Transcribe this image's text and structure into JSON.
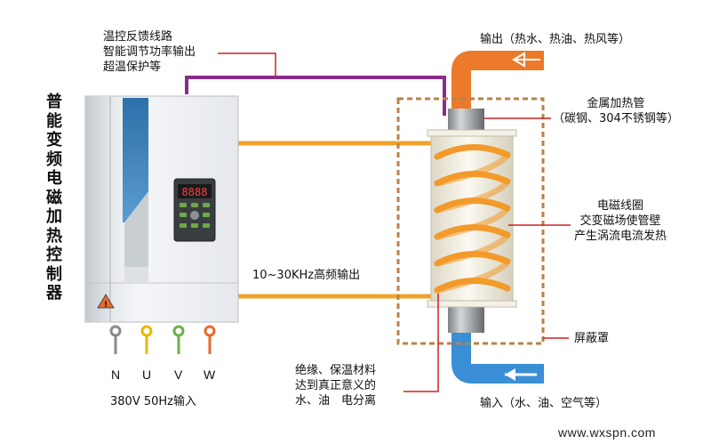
{
  "controller": {
    "title_chars": [
      "普",
      "能",
      "变",
      "频",
      "电",
      "磁",
      "加",
      "热",
      "控",
      "制",
      "器"
    ],
    "display_text": "8888"
  },
  "labels": {
    "feedback": [
      "温控反馈线路",
      "智能调节功率输出",
      "超温保护等"
    ],
    "output": "输出（热水、热油、热风等）",
    "tube": [
      "金属加热管",
      "（碳钢、304不锈钢等）"
    ],
    "coil": [
      "电磁线圈",
      "交变磁场使管壁",
      "产生涡流电流发热"
    ],
    "hf_output": "10~30KHz高频输出",
    "shield": "屏蔽罩",
    "insulation": [
      "绝缘、保温材料",
      "达到真正意义的",
      "水、油　电分离"
    ],
    "input": "输入（水、油、空气等）",
    "power_input": "380V  50Hz输入"
  },
  "terminals": [
    {
      "label": "N",
      "color": "#8a8a8a"
    },
    {
      "label": "U",
      "color": "#e8b800"
    },
    {
      "label": "V",
      "color": "#6ab04c"
    },
    {
      "label": "W",
      "color": "#e86a2a"
    }
  ],
  "colors": {
    "hf_line": "#f0a22a",
    "feedback_line": "#8a2c8a",
    "pointer": "#d02020",
    "coil": "#f29a2a",
    "output_pipe": "#ec7a2a",
    "input_pipe": "#3a8ed6",
    "shield": "#b8824a"
  },
  "watermark": "www.wxspn.com"
}
